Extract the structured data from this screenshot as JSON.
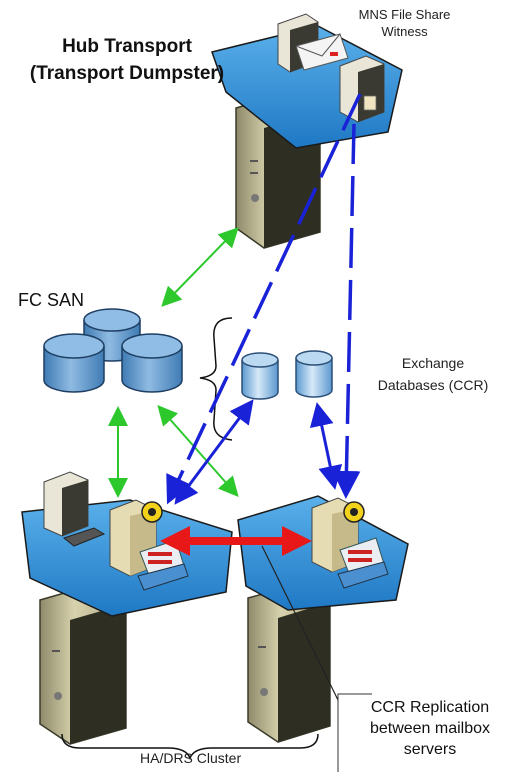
{
  "labels": {
    "hub_transport_line1": "Hub Transport",
    "hub_transport_line2": "(Transport Dumpster)",
    "mns_line1": "MNS File Share",
    "mns_line2": "Witness",
    "fc_san": "FC SAN",
    "exchange_line1": "Exchange",
    "exchange_line2": "Databases (CCR)",
    "ccr_line1": "CCR Replication",
    "ccr_line2": "between mailbox",
    "ccr_line3": "servers",
    "ha_cluster": "HA/DRS Cluster"
  },
  "colors": {
    "platform": "#2f8fd6",
    "platform_edge": "#1a4a7a",
    "server_body": "#c9c39a",
    "server_dark": "#2e2e22",
    "cylinder": "#6ea3d3",
    "cylinder_light": "#a9cbea",
    "green_arrow": "#2cc82c",
    "blue_arrow": "#1a22d8",
    "red_arrow": "#e81818"
  },
  "icons": [
    "server-icon",
    "envelope-icon",
    "gear-icon",
    "mailbox-icon",
    "workstation-icon",
    "database-icon"
  ]
}
